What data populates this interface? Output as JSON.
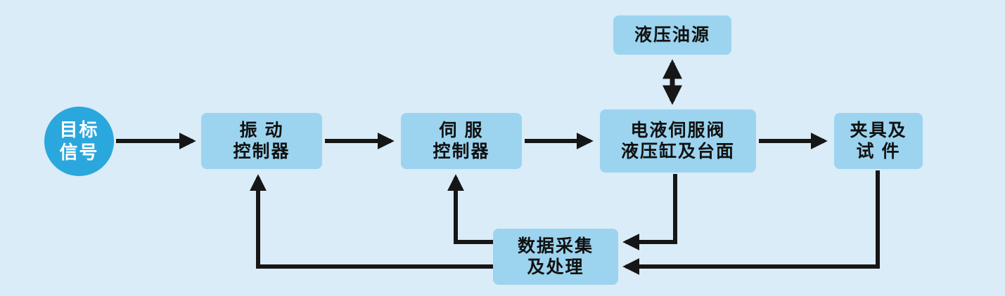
{
  "diagram": {
    "type": "flowchart",
    "nodes": {
      "target_signal": {
        "line1": "目标",
        "line2": "信号"
      },
      "vibration_controller": {
        "line1": "振 动",
        "line2": "控制器"
      },
      "servo_controller": {
        "line1": "伺 服",
        "line2": "控制器"
      },
      "servo_valve_table": {
        "line1": "电液伺服阀",
        "line2": "液压缸及台面"
      },
      "fixture_specimen": {
        "line1": "夹具及",
        "line2": "试 件"
      },
      "hydraulic_source": {
        "line1": "液压油源"
      },
      "data_acquisition": {
        "line1": "数据采集",
        "line2": "及处理"
      }
    },
    "edges": [
      {
        "from": "目标信号",
        "to": "振动控制器",
        "type": "arrow"
      },
      {
        "from": "振动控制器",
        "to": "伺服控制器",
        "type": "arrow"
      },
      {
        "from": "伺服控制器",
        "to": "电液伺服阀液压缸及台面",
        "type": "arrow"
      },
      {
        "from": "电液伺服阀液压缸及台面",
        "to": "夹具及试件",
        "type": "arrow"
      },
      {
        "from": "液压油源",
        "to": "电液伺服阀液压缸及台面",
        "type": "double-arrow"
      },
      {
        "from": "电液伺服阀液压缸及台面",
        "to": "数据采集及处理",
        "type": "arrow"
      },
      {
        "from": "夹具及试件",
        "to": "数据采集及处理",
        "type": "arrow"
      },
      {
        "from": "数据采集及处理",
        "to": "伺服控制器",
        "type": "arrow"
      },
      {
        "from": "数据采集及处理",
        "to": "振动控制器",
        "type": "arrow"
      }
    ],
    "colors": {
      "background": "#d9ecf8",
      "box_fill": "#9cd4ef",
      "circle_fill": "#2aa7dd",
      "arrow": "#161616",
      "box_text": "#111111",
      "circle_text": "#ffffff"
    }
  }
}
